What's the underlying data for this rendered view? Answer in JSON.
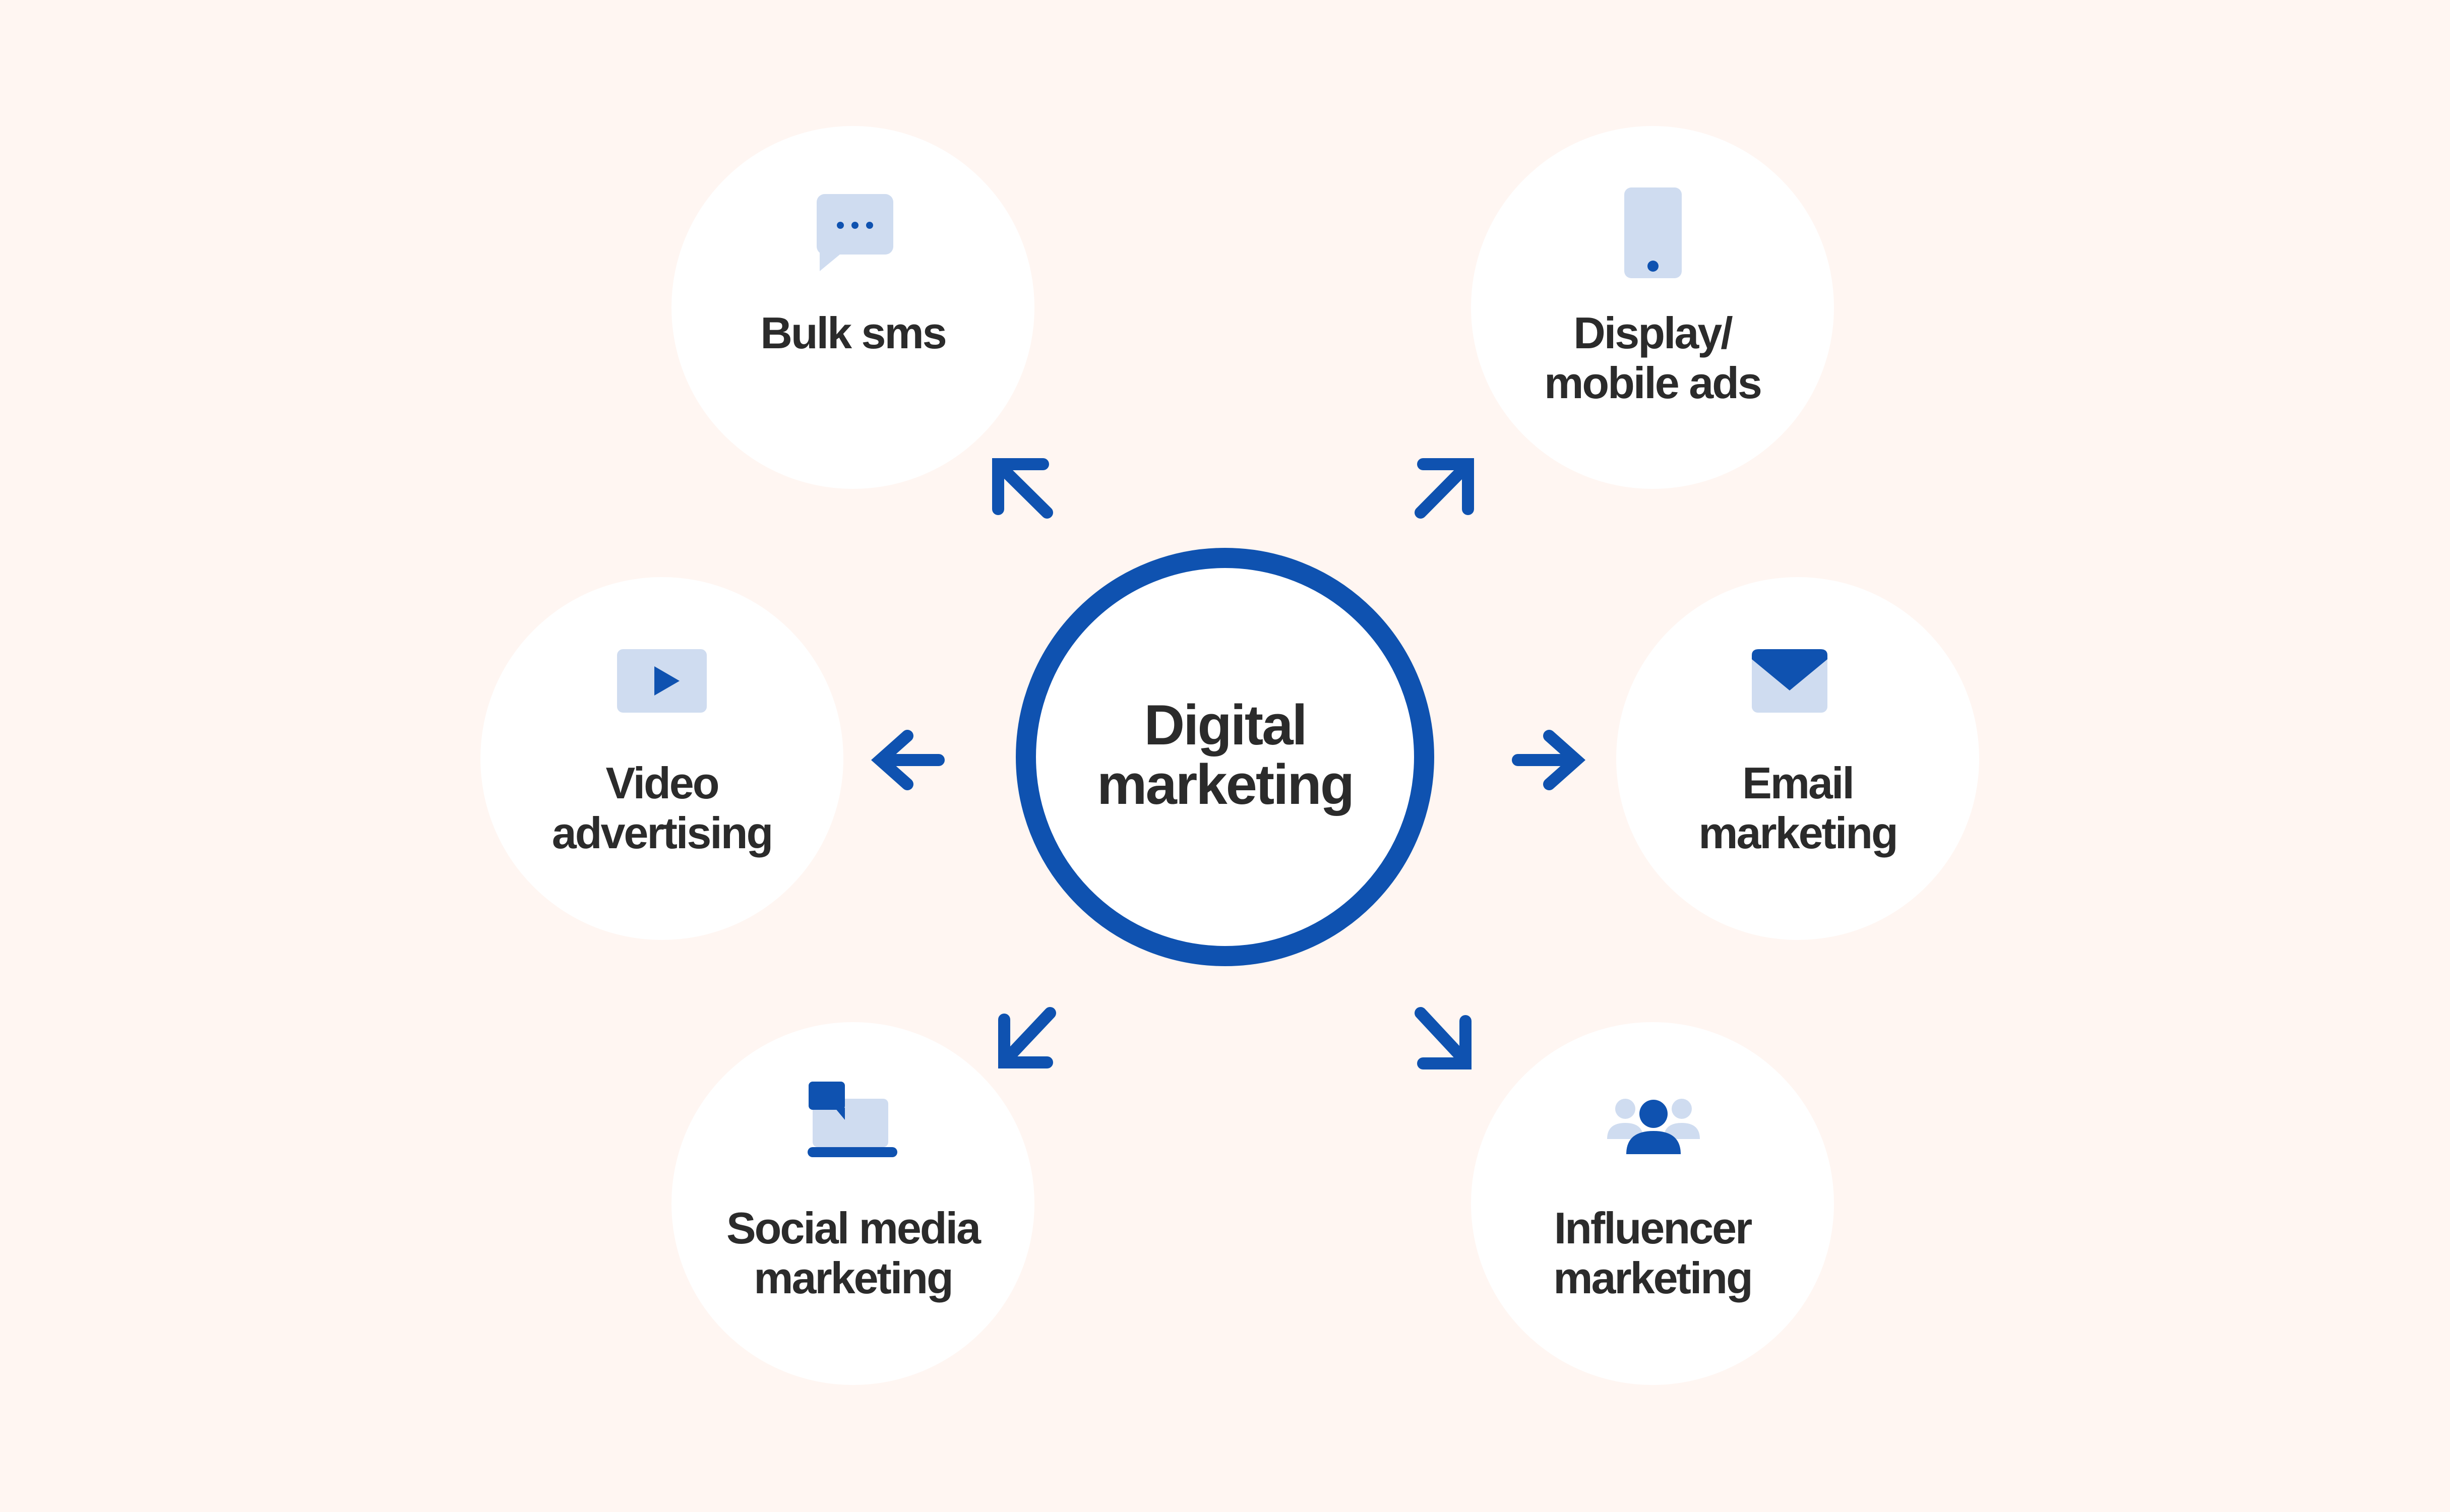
{
  "center": {
    "lines": [
      "Digital",
      "marketing"
    ]
  },
  "nodes": [
    {
      "id": "bulk-sms",
      "icon": "chat-bubble-icon",
      "lines": [
        "Bulk sms"
      ]
    },
    {
      "id": "display-mobile-ads",
      "icon": "smartphone-icon",
      "lines": [
        "Display/",
        "mobile ads"
      ]
    },
    {
      "id": "video-advertising",
      "icon": "play-video-icon",
      "lines": [
        "Video",
        "advertising"
      ]
    },
    {
      "id": "email-marketing",
      "icon": "envelope-icon",
      "lines": [
        "Email",
        "marketing"
      ]
    },
    {
      "id": "social-media-marketing",
      "icon": "laptop-chat-icon",
      "lines": [
        "Social media",
        "marketing"
      ]
    },
    {
      "id": "influencer-marketing",
      "icon": "people-group-icon",
      "lines": [
        "Influencer",
        "marketing"
      ]
    }
  ],
  "colors": {
    "background": "#fff6f2",
    "node_fill": "#ffffff",
    "accent_blue": "#0f52b0",
    "icon_light": "#cfdcf0",
    "text": "#2b2b2b"
  }
}
